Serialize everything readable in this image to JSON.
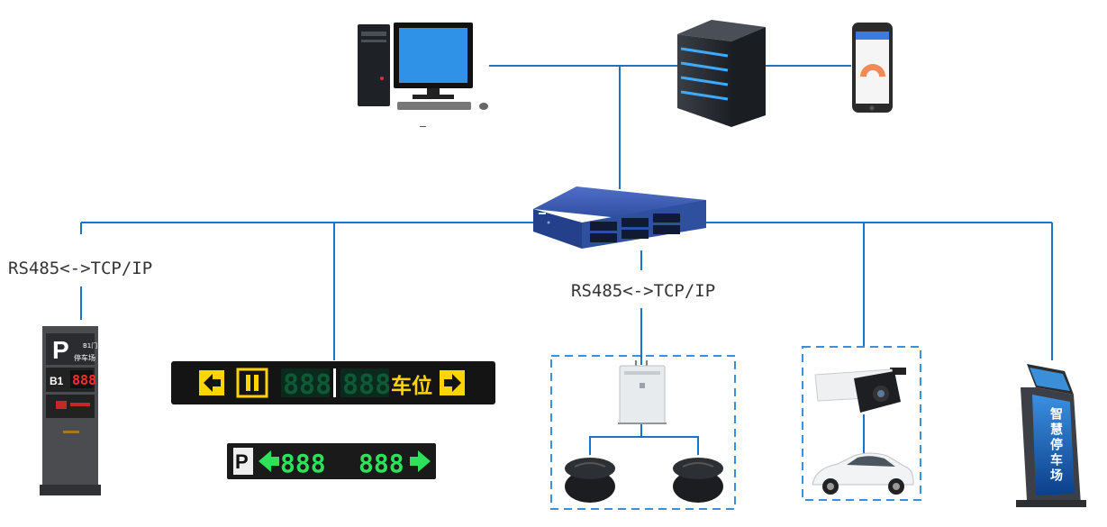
{
  "labels": {
    "left_protocol": "RS485<->TCP/IP",
    "center_protocol": "RS485<->TCP/IP"
  },
  "guide_sign": {
    "middle_digits": "888",
    "right_digits": "888",
    "text": "车位"
  },
  "green_sign": {
    "left_digits": "888",
    "right_digits": "888"
  },
  "entrance_screen": {
    "p_letter": "P",
    "zone_label": "B1门",
    "title": "停车场",
    "floor": "B1",
    "digits": "888"
  },
  "kiosk": {
    "screen_text": "智慧停车场"
  },
  "colors": {
    "line": "#1f73c4",
    "dashed_box": "#3c8fd8",
    "switch": "#2c4a9a",
    "amber": "#ffd400",
    "green_led": "#2ee05a"
  }
}
